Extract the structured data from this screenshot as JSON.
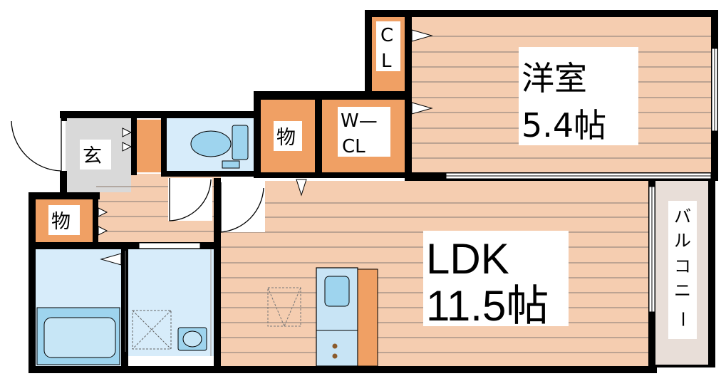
{
  "rooms": {
    "western_room": {
      "name": "洋室",
      "size": "5.4帖"
    },
    "ldk": {
      "name": "LDK",
      "size": "11.5帖"
    },
    "closet": {
      "line1": "C",
      "line2": "L"
    },
    "walk_in_closet": {
      "line1": "W—",
      "line2": "CL"
    },
    "storage_upper": "物",
    "storage_lower": "物",
    "entrance": "玄",
    "balcony": [
      "バ",
      "ル",
      "コ",
      "ニ",
      "ー"
    ]
  },
  "colors": {
    "wall": "#000000",
    "floor": "#f5cdb0",
    "floor_line": "#9b8a80",
    "storage": "#f0a064",
    "wet_area": "#d7ecfa",
    "entrance_floor": "#d9d9d9",
    "balcony": "#e8ded8",
    "kitchen_counter": "#c8e4f5",
    "fixture": "#9ed4ee"
  }
}
